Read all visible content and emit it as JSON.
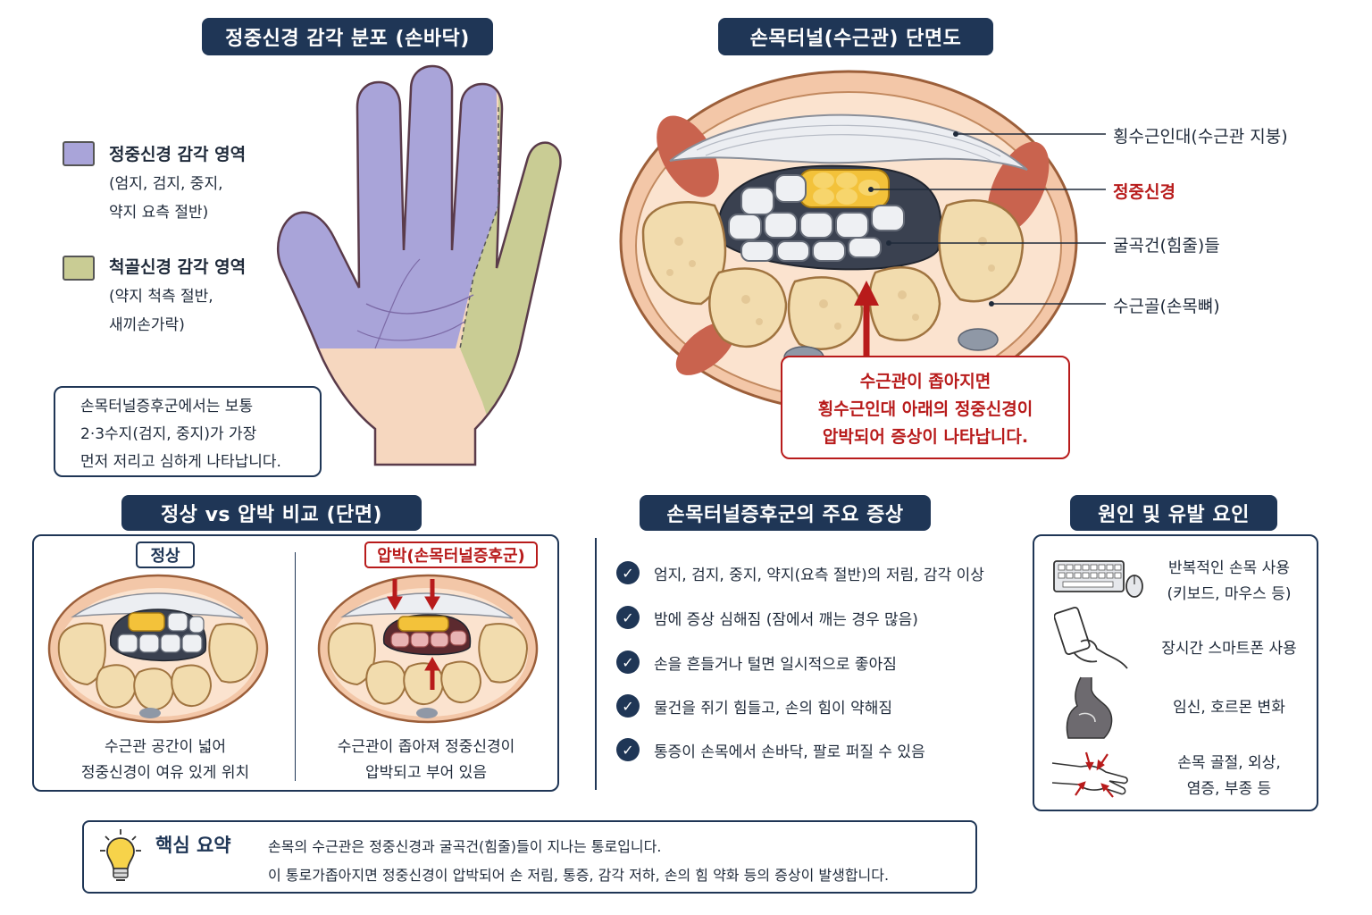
{
  "hand_section": {
    "title": "정중신경 감각 분포 (손바닥)",
    "legend": [
      {
        "color": "#a9a4d9",
        "title": "정중신경 감각 영역",
        "desc": [
          "(엄지, 검지, 중지,",
          "약지 요측 절반)"
        ]
      },
      {
        "color": "#c9cc94",
        "title": "척골신경 감각 영역",
        "desc": [
          "(약지 척측 절반,",
          "새끼손가락)"
        ]
      }
    ],
    "note": [
      "손목터널증후군에서는 보통",
      "2·3수지(검지, 중지)가 가장",
      "먼저 저리고 심하게 나타납니다."
    ]
  },
  "cross_section": {
    "title": "손목터널(수근관) 단면도",
    "labels": {
      "ligament": "횡수근인대(수근관 지붕)",
      "nerve": "정중신경",
      "tendons": "굴곡건(힘줄)들",
      "bones": "수근골(손목뼈)"
    },
    "alert": [
      "수근관이 좁아지면",
      "횡수근인대 아래의 정중신경이",
      "압박되어 증상이 나타납니다."
    ]
  },
  "comparison": {
    "title": "정상 vs 압박 비교 (단면)",
    "normal_tag": "정상",
    "compressed_tag": "압박(손목터널증후군)",
    "normal_caption": [
      "수근관 공간이 넓어",
      "정중신경이 여유 있게 위치"
    ],
    "compressed_caption": [
      "수근관이 좁아져 정중신경이",
      "압박되고 부어 있음"
    ]
  },
  "symptoms": {
    "title": "손목터널증후군의 주요 증상",
    "check_glyph": "✓",
    "items": [
      "엄지, 검지, 중지, 약지(요측 절반)의 저림, 감각 이상",
      "밤에 증상 심해짐 (잠에서 깨는 경우 많음)",
      "손을 흔들거나 털면 일시적으로 좋아짐",
      "물건을 쥐기 힘들고, 손의 힘이 약해짐",
      "통증이 손목에서 손바닥, 팔로 퍼질 수 있음"
    ]
  },
  "causes": {
    "title": "원인 및 유발 요인",
    "items": [
      {
        "icon": "keyboard-mouse-icon",
        "text": [
          "반복적인 손목 사용",
          "(키보드, 마우스 등)"
        ]
      },
      {
        "icon": "smartphone-hand-icon",
        "text": [
          "장시간 스마트폰 사용"
        ]
      },
      {
        "icon": "pregnancy-icon",
        "text": [
          "임신, 호르몬 변화"
        ]
      },
      {
        "icon": "wrist-injury-icon",
        "text": [
          "손목 골절, 외상,",
          "염증, 부종 등"
        ]
      }
    ]
  },
  "summary": {
    "icon": "lightbulb-icon",
    "title": "핵심 요약",
    "lines": [
      "손목의 수근관은 정중신경과 굴곡건(힘줄)들이 지나는 통로입니다.",
      "이 통로가좁아지면 정중신경이 압박되어 손 저림, 통증, 감각 저하, 손의 힘 약화 등의 증상이 발생합니다."
    ]
  },
  "colors": {
    "navy": "#1f3656",
    "red": "#b81b1b",
    "median_zone": "#a9a4d9",
    "ulnar_zone": "#c9cc94",
    "skin": "#f6d7bf",
    "nerve": "#f3c23a",
    "bone": "#f2dcae"
  }
}
